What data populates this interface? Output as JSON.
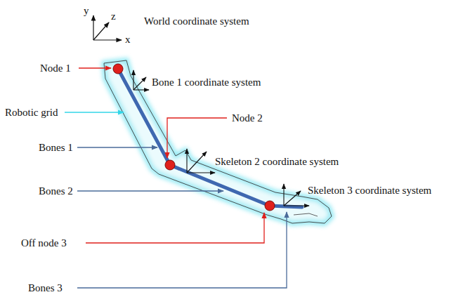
{
  "diagram": {
    "labels": [
      "y",
      "z",
      "x",
      "World coordinate system",
      "Node 1",
      "Bone 1 coordinate system",
      "Robotic grid",
      "Node 2",
      "Bones 1",
      "Skeleton 2 coordinate system",
      "Bones 2",
      "Skeleton 3 coordinate system",
      "Off node 3",
      "Bones 3"
    ]
  }
}
